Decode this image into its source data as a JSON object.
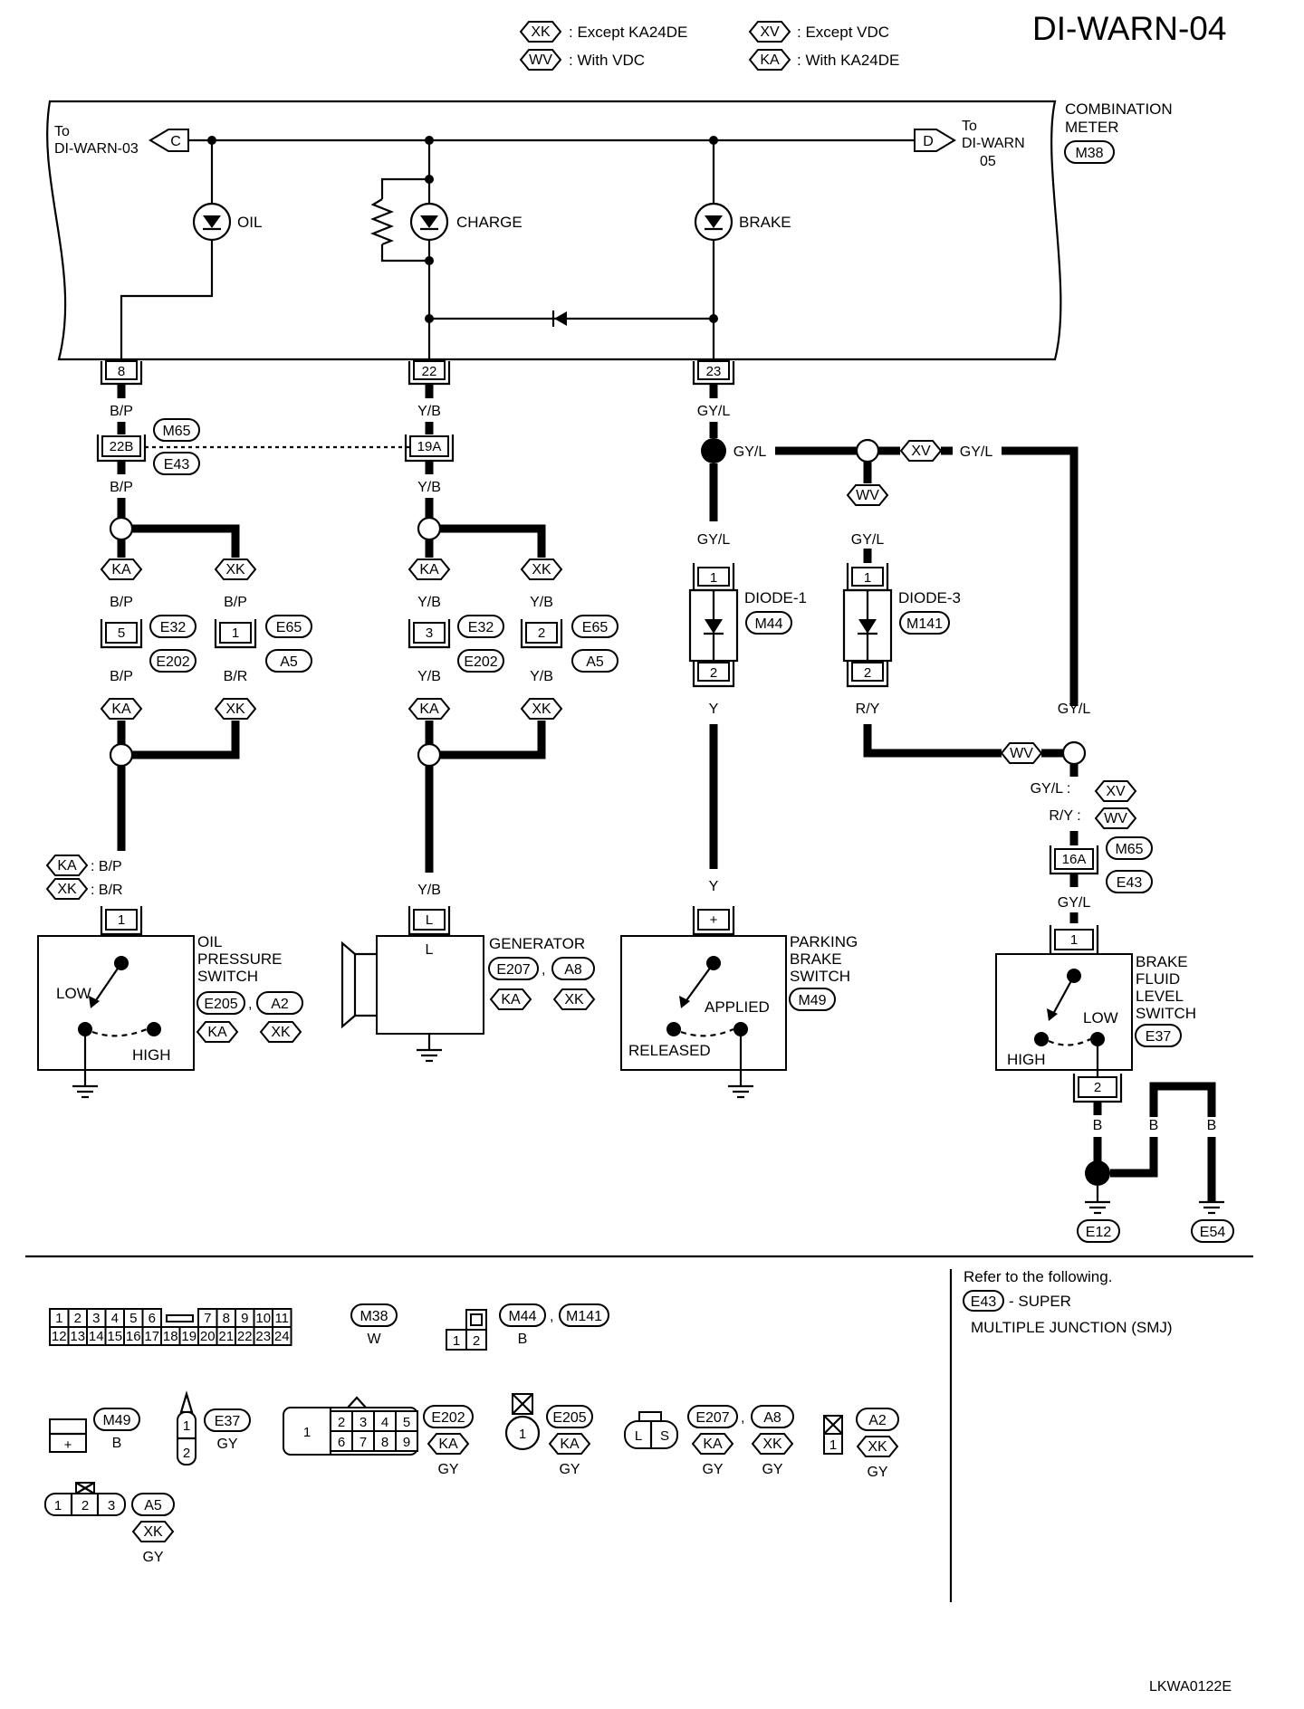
{
  "title": "DI-WARN-04",
  "legend": [
    {
      "tag": "XK",
      "text": ": Except KA24DE"
    },
    {
      "tag": "WV",
      "text": ": With VDC"
    },
    {
      "tag": "XV",
      "text": ": Except VDC"
    },
    {
      "tag": "KA",
      "text": ": With KA24DE"
    }
  ],
  "meter": {
    "name": "COMBINATION",
    "name2": "METER",
    "connector": "M38",
    "to_left": {
      "to": "To",
      "page": "DI-WARN-03",
      "flag": "C"
    },
    "to_right": {
      "to": "To",
      "page": "DI-WARN",
      "page2": "05",
      "flag": "D"
    },
    "lamps": {
      "oil": "OIL",
      "charge": "CHARGE",
      "brake": "BRAKE"
    },
    "terminals": {
      "oil": "8",
      "charge": "22",
      "brake": "23"
    }
  },
  "oil_circuit": {
    "wire": "B/P",
    "wire_xk": "B/R",
    "smj_pin": "22B",
    "smj_conn_1": "M65",
    "smj_conn_2": "E43",
    "pin_ka": "5",
    "pin_xk": "1",
    "conn_ka_1": "E32",
    "conn_ka_2": "E202",
    "conn_xk_1": "E65",
    "conn_xk_2": "A5",
    "tag_ka": "KA",
    "tag_xk": "XK",
    "legend_ka": ": B/P",
    "legend_xk": ": B/R",
    "switch_pin": "1",
    "switch_name_1": "OIL",
    "switch_name_2": "PRESSURE",
    "switch_name_3": "SWITCH",
    "switch_conn_1": "E205",
    "switch_conn_2": "A2",
    "low": "LOW",
    "high": "HIGH"
  },
  "charge_circuit": {
    "wire": "Y/B",
    "smj_pin": "19A",
    "pin_ka": "3",
    "pin_xk": "2",
    "conn_ka_1": "E32",
    "conn_ka_2": "E202",
    "conn_xk_1": "E65",
    "conn_xk_2": "A5",
    "gen_pin": "L",
    "gen_name": "GENERATOR",
    "gen_conn_1": "E207",
    "gen_conn_2": "A8"
  },
  "brake_circuit": {
    "wire": "GY/L",
    "wire_y": "Y",
    "wire_ry": "R/Y",
    "diode1_name": "DIODE-1",
    "diode1_conn": "M44",
    "diode3_name": "DIODE-3",
    "diode3_conn": "M141",
    "pin_1": "1",
    "pin_2": "2",
    "pbs_pin": "+",
    "pbs_name_1": "PARKING",
    "pbs_name_2": "BRAKE",
    "pbs_name_3": "SWITCH",
    "pbs_conn": "M49",
    "applied": "APPLIED",
    "released": "RELEASED",
    "legend_xv": "GY/L :",
    "legend_wv": "R/Y :",
    "smj_pin": "16A",
    "bfl_pin_1": "1",
    "bfl_pin_2": "2",
    "bfl_name_1": "BRAKE",
    "bfl_name_2": "FLUID",
    "bfl_name_3": "LEVEL",
    "bfl_name_4": "SWITCH",
    "bfl_conn": "E37",
    "low": "LOW",
    "high": "HIGH",
    "ground_wire": "B",
    "ground_1": "E12",
    "ground_2": "E54"
  },
  "connectors": {
    "m38_top": [
      "1",
      "2",
      "3",
      "4",
      "5",
      "6",
      "7",
      "8",
      "9",
      "10",
      "11"
    ],
    "m38_bottom": [
      "12",
      "13",
      "14",
      "15",
      "16",
      "17",
      "18",
      "19",
      "20",
      "21",
      "22",
      "23",
      "24"
    ],
    "m38_label": "M38",
    "m38_color": "W",
    "diode_pins": [
      "1",
      "2"
    ],
    "diode_label_1": "M44",
    "diode_label_2": "M141",
    "diode_color": "B",
    "m49_pin": "+",
    "m49_label": "M49",
    "m49_color": "B",
    "e37_pins": [
      "1",
      "2"
    ],
    "e37_label": "E37",
    "e37_color": "GY",
    "e202_pins_top": [
      "2",
      "3",
      "4",
      "5"
    ],
    "e202_pins_bottom": [
      "6",
      "7",
      "8",
      "9"
    ],
    "e202_pin_big": "1",
    "e202_label": "E202",
    "e202_tag": "KA",
    "e202_color": "GY",
    "e205_pin": "1",
    "e205_label": "E205",
    "e205_tag": "KA",
    "e205_color": "GY",
    "e207_pins": [
      "L",
      "S"
    ],
    "e207_label": "E207",
    "e207_tag": "KA",
    "e207_color": "GY",
    "a8_label": "A8",
    "a8_tag": "XK",
    "a8_color": "GY",
    "a2_pin": "1",
    "a2_label": "A2",
    "a2_tag": "XK",
    "a2_color": "GY",
    "a5_pins": [
      "1",
      "2",
      "3"
    ],
    "a5_label": "A5",
    "a5_tag": "XK",
    "a5_color": "GY"
  },
  "refer": {
    "line1": "Refer to the following.",
    "conn": "E43",
    "line2": "- SUPER",
    "line3": "MULTIPLE JUNCTION (SMJ)"
  },
  "code": "LKWA0122E"
}
